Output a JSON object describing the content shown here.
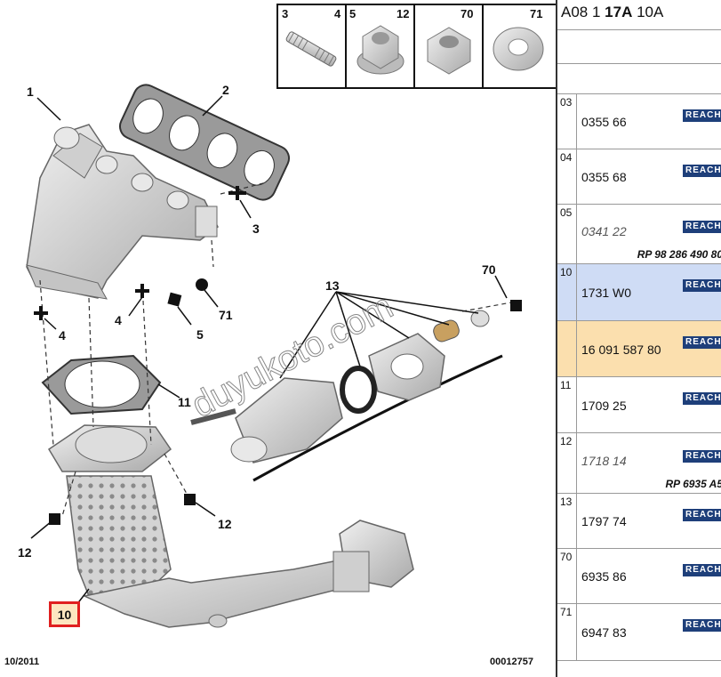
{
  "diagram": {
    "callouts": {
      "c1": "1",
      "c2": "2",
      "c3": "3",
      "c4a": "4",
      "c4b": "4",
      "c5": "5",
      "c71": "71",
      "c70": "70",
      "c13": "13",
      "c11": "11",
      "c12a": "12",
      "c12b": "12",
      "c10": "10"
    },
    "legend": [
      {
        "a": "3",
        "b": "4"
      },
      {
        "a": "5",
        "b": "12"
      },
      {
        "a": "",
        "b": "70"
      },
      {
        "a": "",
        "b": "71"
      }
    ],
    "watermark": "duyukoto.com",
    "footer_date": "10/2011",
    "footer_code": "00012757"
  },
  "panel": {
    "title_pre": "A08 1 ",
    "title_bold": "17A",
    "title_post": " 10A",
    "rows": [
      {
        "idx": "03",
        "pn": "0355 66",
        "reach": "REACH",
        "italic": false,
        "note": "",
        "bg": ""
      },
      {
        "idx": "04",
        "pn": "0355 68",
        "reach": "REACH",
        "italic": false,
        "note": "",
        "bg": ""
      },
      {
        "idx": "05",
        "pn": "0341 22",
        "reach": "REACH",
        "italic": true,
        "note": "RP 98 286 490 80",
        "bg": ""
      },
      {
        "idx": "10",
        "pn": "1731 W0",
        "reach": "REACH",
        "italic": false,
        "note": "",
        "bg": "blue"
      },
      {
        "idx": "",
        "pn": "16 091 587 80",
        "reach": "REACH",
        "italic": false,
        "note": "",
        "bg": "orange"
      },
      {
        "idx": "11",
        "pn": "1709 25",
        "reach": "REACH",
        "italic": false,
        "note": "",
        "bg": ""
      },
      {
        "idx": "12",
        "pn": "1718 14",
        "reach": "REACH",
        "italic": true,
        "note": "RP 6935 A5",
        "bg": ""
      },
      {
        "idx": "13",
        "pn": "1797 74",
        "reach": "REACH",
        "italic": false,
        "note": "",
        "bg": ""
      },
      {
        "idx": "70",
        "pn": "6935 86",
        "reach": "REACH",
        "italic": false,
        "note": "",
        "bg": ""
      },
      {
        "idx": "71",
        "pn": "6947 83",
        "reach": "REACH",
        "italic": false,
        "note": "",
        "bg": ""
      }
    ]
  }
}
